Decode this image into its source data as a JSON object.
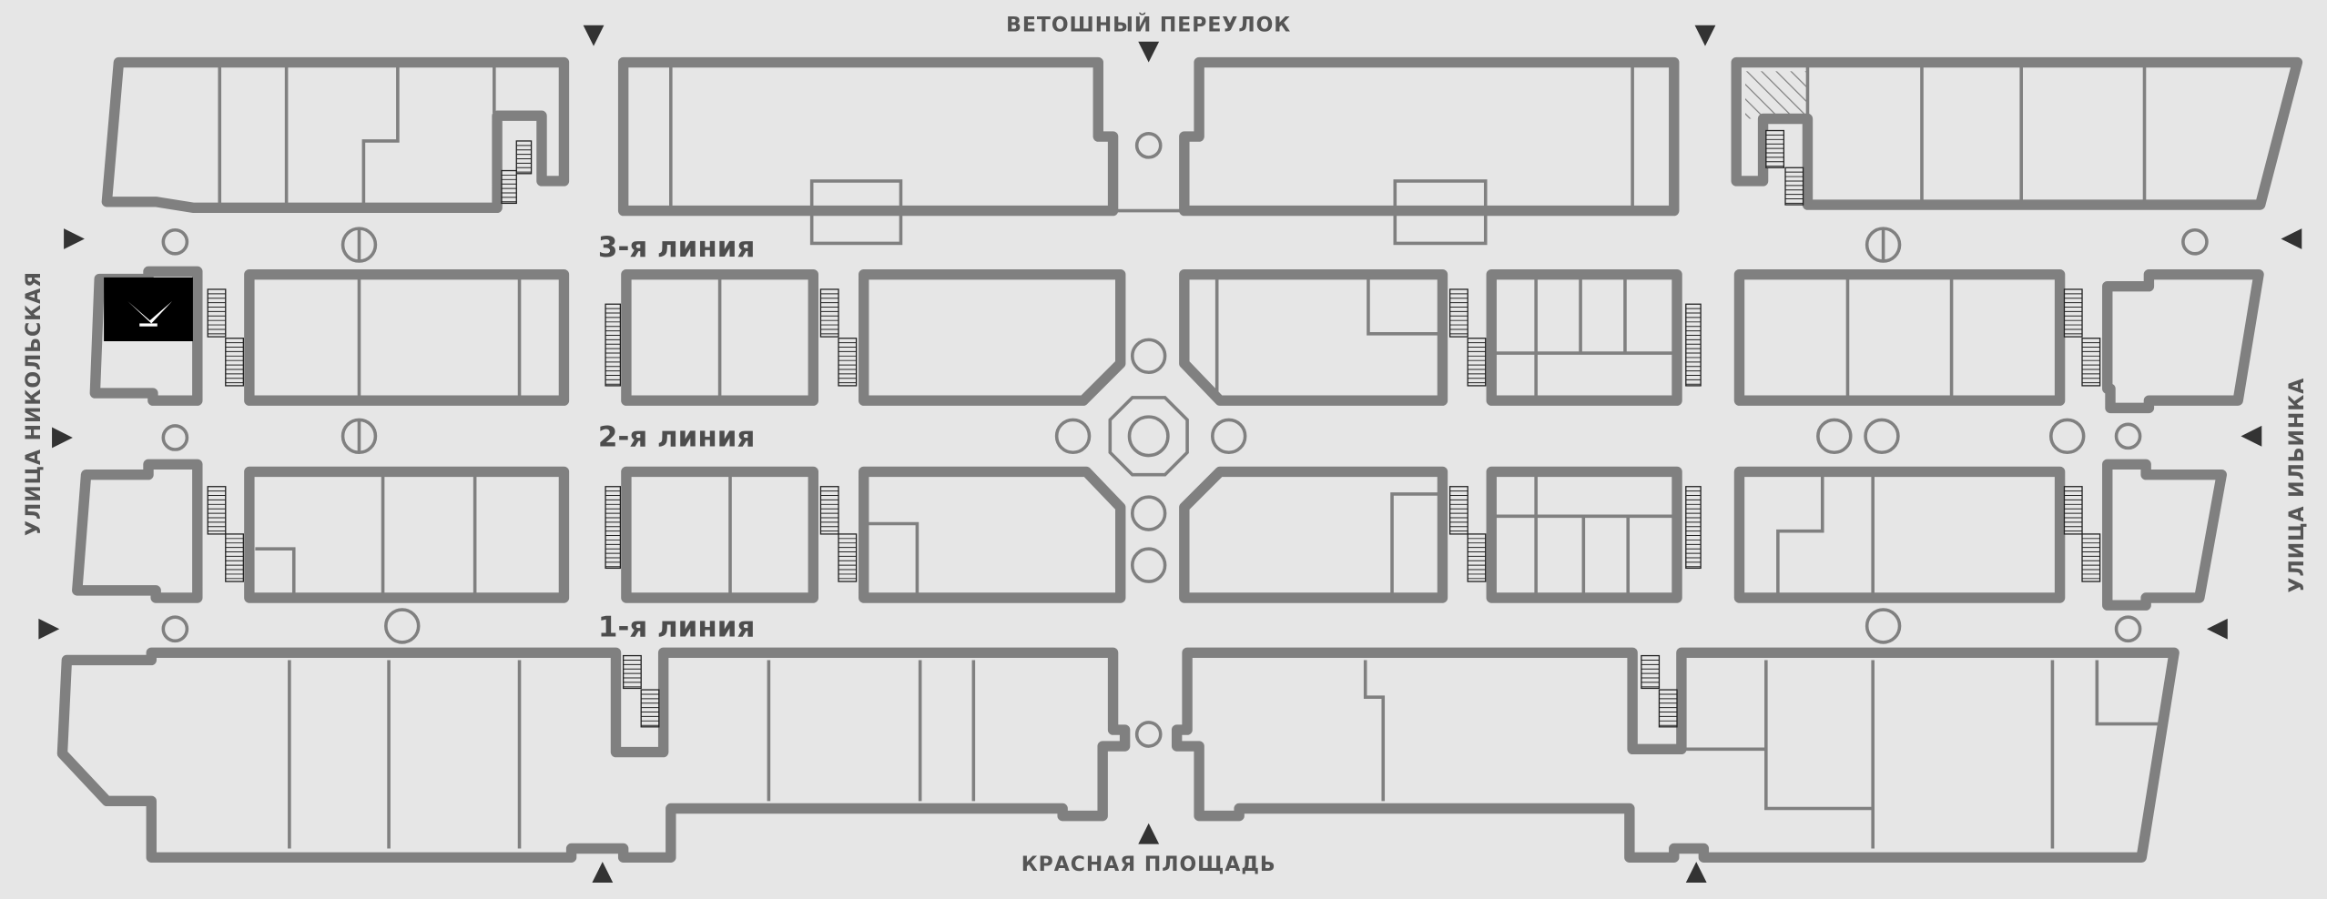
{
  "map": {
    "title": "ГУМ — план этажа",
    "streets": {
      "top": "ВЕТОШНЫЙ ПЕРЕУЛОК",
      "bottom": "КРАСНАЯ ПЛОЩАДЬ",
      "left": "УЛИЦА НИКОЛЬСКАЯ",
      "right": "УЛИЦА ИЛЬИНКА"
    },
    "lines": [
      {
        "label": "3-я линия"
      },
      {
        "label": "2-я линия"
      },
      {
        "label": "1-я линия"
      }
    ],
    "colors": {
      "background": "#e6e6e6",
      "wall": "#808080",
      "highlight": "#000000",
      "entrance": "#333333"
    },
    "icons": {
      "logo": "gum-logo",
      "entrance": "entrance-arrow-icon",
      "fountain": "fountain-icon",
      "elevator": "elevator-icon",
      "stairs": "stairs-icon"
    }
  }
}
